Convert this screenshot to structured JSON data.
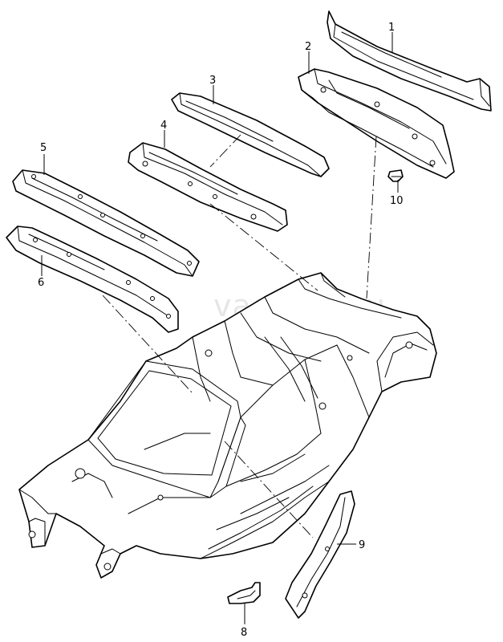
{
  "watermark": "vagtech.ru",
  "callouts": {
    "c1": "1",
    "c2": "2",
    "c3": "3",
    "c4": "4",
    "c5": "5",
    "c6": "6",
    "c8": "8",
    "c9": "9",
    "c10": "10"
  }
}
